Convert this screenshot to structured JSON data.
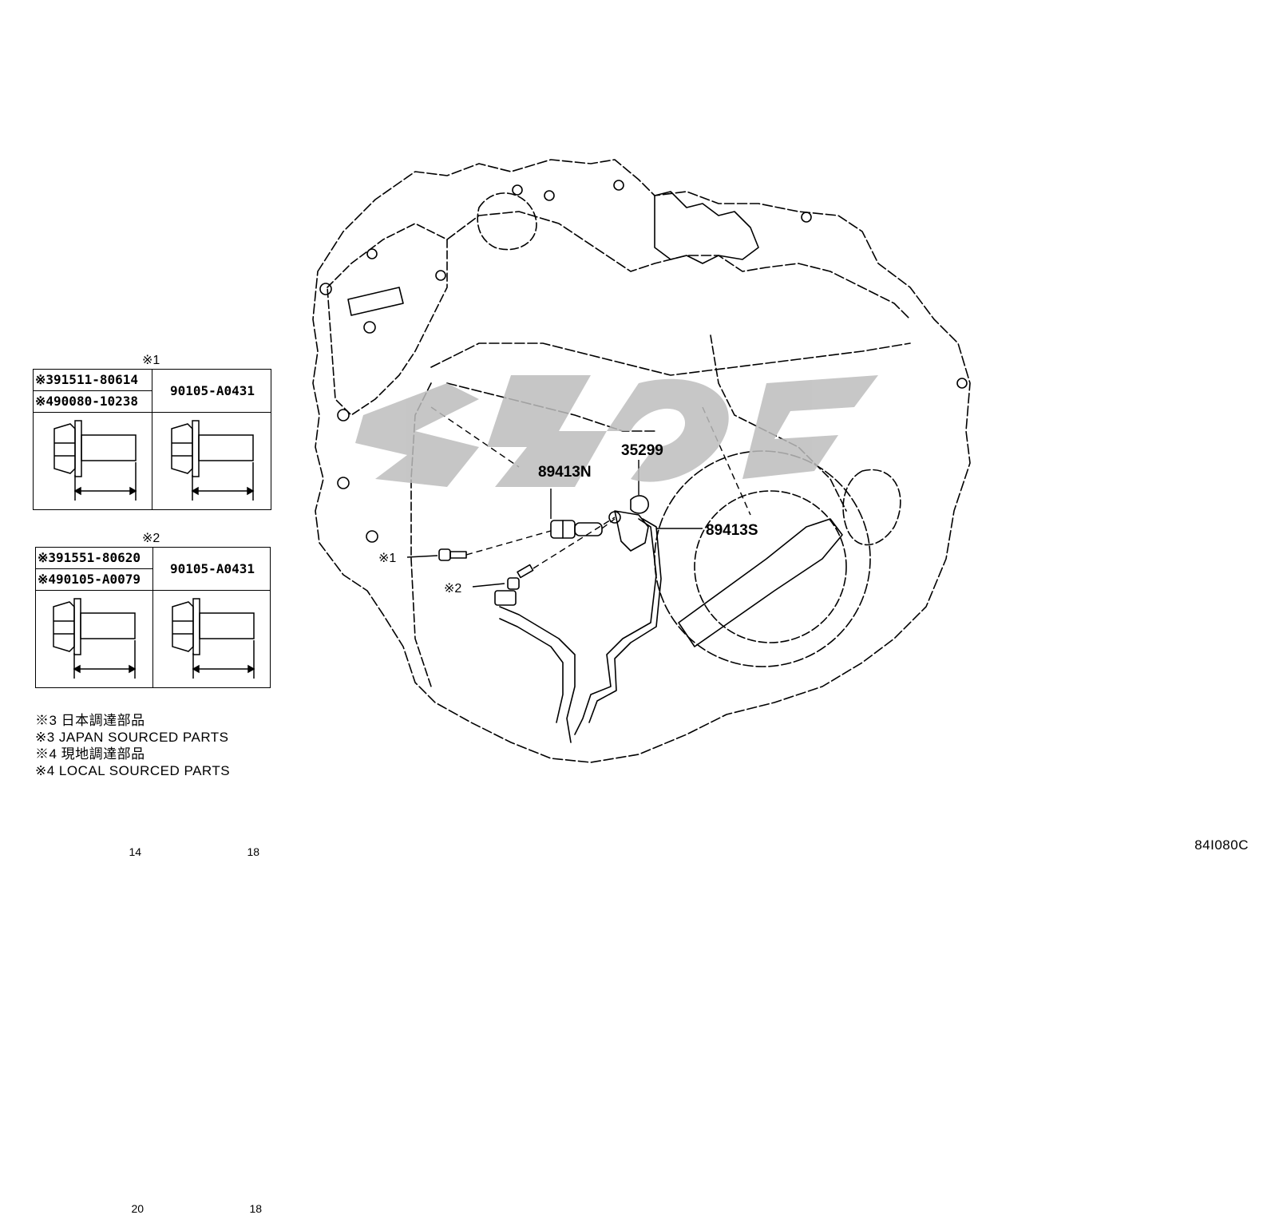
{
  "callouts": {
    "sensor_n": "89413N",
    "sensor_s": "89413S",
    "harness_clamp": "35299",
    "bolt_ref1": "※1",
    "bolt_ref2": "※2"
  },
  "bolt_tables": [
    {
      "mark": "※1",
      "left_parts": [
        "※391511-80614",
        "※490080-10238"
      ],
      "right_part": "90105-A0431",
      "left_length": "14",
      "right_length": "18"
    },
    {
      "mark": "※2",
      "left_parts": [
        "※391551-80620",
        "※490105-A0079"
      ],
      "right_part": "90105-A0431",
      "left_length": "20",
      "right_length": "18"
    }
  ],
  "notes": [
    "※3  日本調達部品",
    "※3  JAPAN SOURCED PARTS",
    "※4  現地調達部品",
    "※4  LOCAL SOURCED PARTS"
  ],
  "figure_code": "84I080C"
}
